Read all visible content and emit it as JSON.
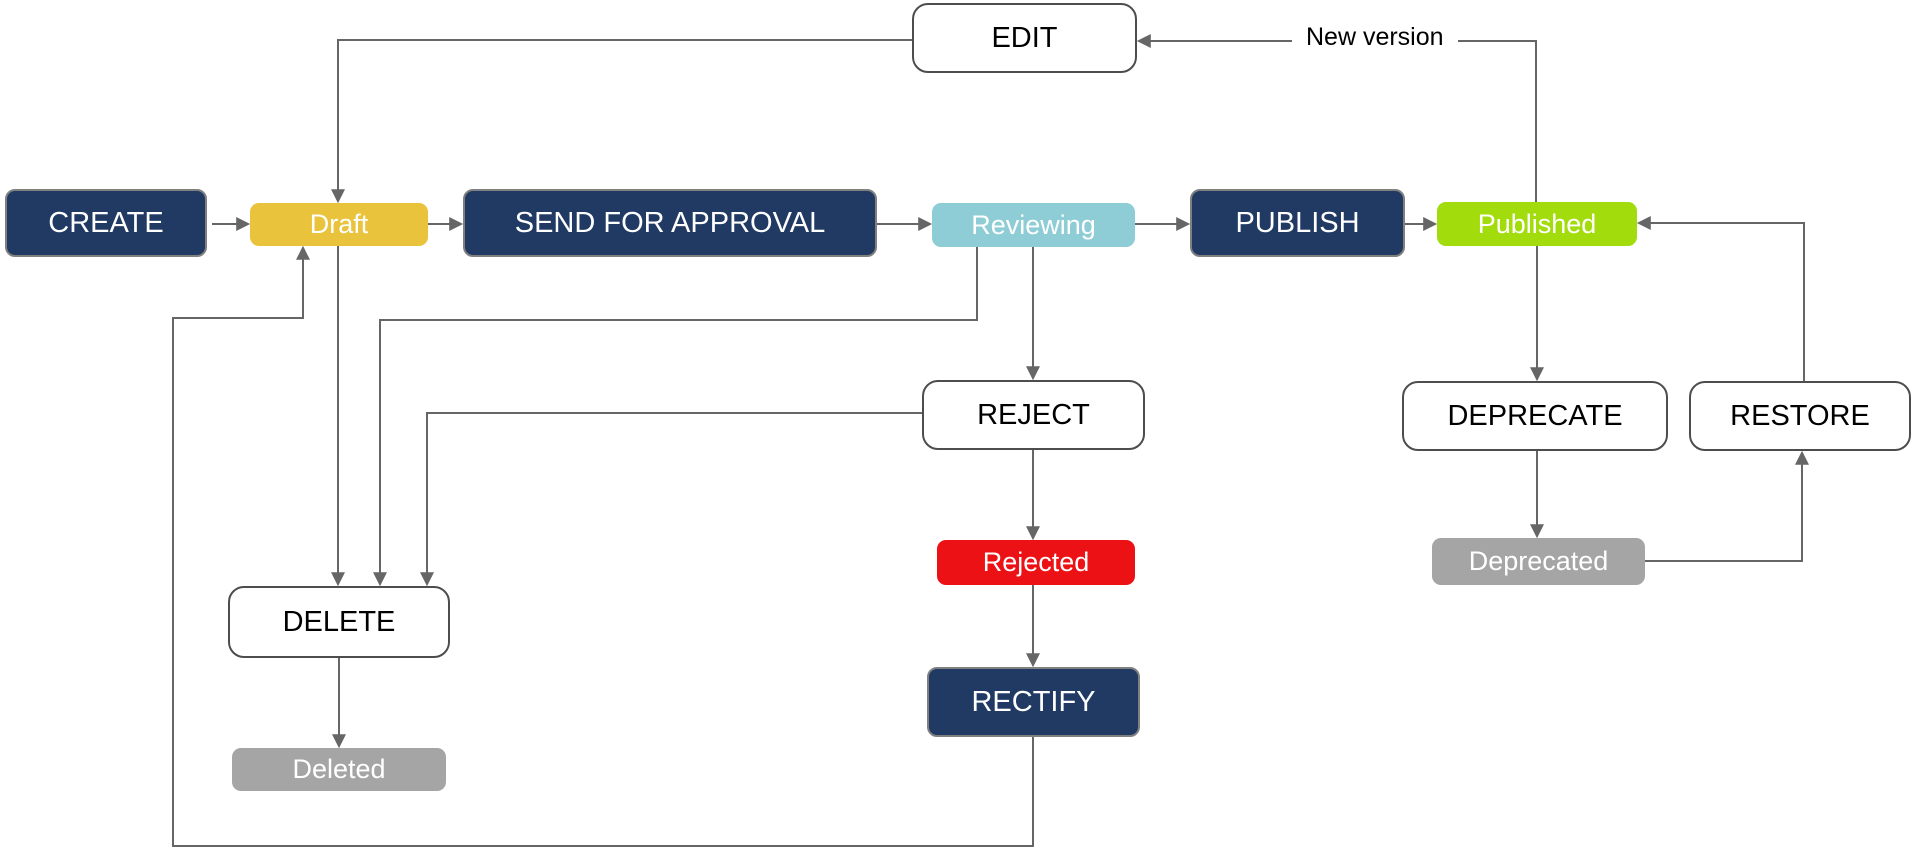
{
  "diagram": {
    "colors": {
      "action-fill": "#203A64",
      "action-text": "#FFFFFF",
      "action-border": "#808080",
      "manual-fill": "#FFFFFF",
      "manual-text": "#000000",
      "manual-border": "#4D4D4D",
      "state-text": "#FFFFFF",
      "draft-fill": "#E8C33B",
      "reviewing-fill": "#8ECDD6",
      "published-fill": "#A2DC0C",
      "rejected-fill": "#EC1115",
      "terminal-fill": "#A5A5A5",
      "line": "#666666"
    },
    "nodes": {
      "create": {
        "label": "CREATE",
        "type": "action"
      },
      "draft": {
        "label": "Draft",
        "type": "state"
      },
      "send_for_approval": {
        "label": "SEND FOR APPROVAL",
        "type": "action"
      },
      "reviewing": {
        "label": "Reviewing",
        "type": "state"
      },
      "publish": {
        "label": "PUBLISH",
        "type": "action"
      },
      "published": {
        "label": "Published",
        "type": "state"
      },
      "edit": {
        "label": "EDIT",
        "type": "manual"
      },
      "reject": {
        "label": "REJECT",
        "type": "manual"
      },
      "rejected": {
        "label": "Rejected",
        "type": "state"
      },
      "rectify": {
        "label": "RECTIFY",
        "type": "action"
      },
      "delete": {
        "label": "DELETE",
        "type": "manual"
      },
      "deleted": {
        "label": "Deleted",
        "type": "state"
      },
      "deprecate": {
        "label": "DEPRECATE",
        "type": "manual"
      },
      "deprecated": {
        "label": "Deprecated",
        "type": "state"
      },
      "restore": {
        "label": "RESTORE",
        "type": "manual"
      }
    },
    "annotations": {
      "new_version": "New version"
    },
    "edges": [
      {
        "from": "CREATE",
        "to": "Draft"
      },
      {
        "from": "Draft",
        "to": "SEND FOR APPROVAL"
      },
      {
        "from": "SEND FOR APPROVAL",
        "to": "Reviewing"
      },
      {
        "from": "Reviewing",
        "to": "PUBLISH"
      },
      {
        "from": "PUBLISH",
        "to": "Published"
      },
      {
        "from": "Published",
        "to": "EDIT",
        "label": "New version"
      },
      {
        "from": "EDIT",
        "to": "Draft"
      },
      {
        "from": "Draft",
        "to": "DELETE"
      },
      {
        "from": "Reviewing",
        "to": "DELETE"
      },
      {
        "from": "REJECT",
        "to": "DELETE"
      },
      {
        "from": "Reviewing",
        "to": "REJECT"
      },
      {
        "from": "REJECT",
        "to": "Rejected"
      },
      {
        "from": "Rejected",
        "to": "RECTIFY"
      },
      {
        "from": "RECTIFY",
        "to": "Draft"
      },
      {
        "from": "DELETE",
        "to": "Deleted"
      },
      {
        "from": "Published",
        "to": "DEPRECATE"
      },
      {
        "from": "DEPRECATE",
        "to": "Deprecated"
      },
      {
        "from": "Deprecated",
        "to": "RESTORE"
      },
      {
        "from": "RESTORE",
        "to": "Published"
      }
    ]
  }
}
